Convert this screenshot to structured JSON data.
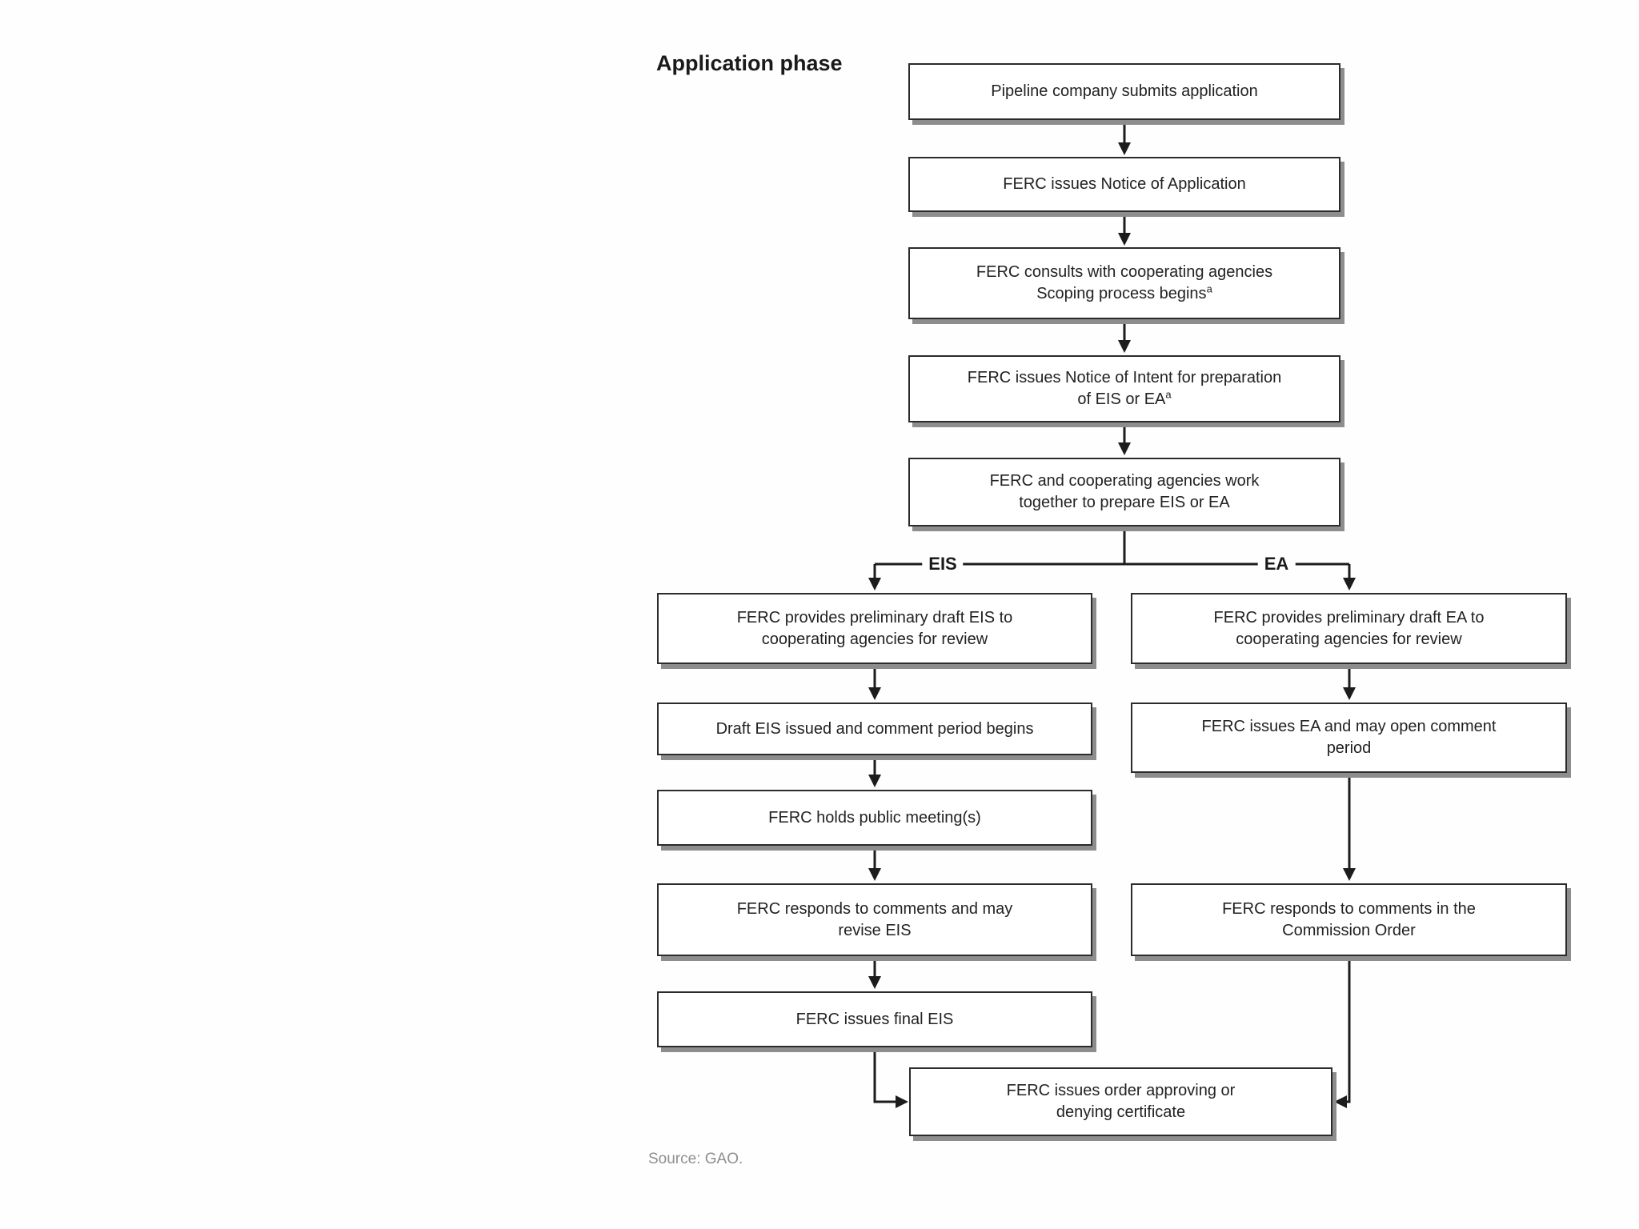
{
  "title": "Application phase",
  "source_note": "Source: GAO.",
  "branches": {
    "left_label": "EIS",
    "right_label": "EA"
  },
  "colors": {
    "background": "#fefefe",
    "box_fill": "#ffffff",
    "box_border": "#2b2b2b",
    "box_shadow": "#8d8d8d",
    "connector": "#1c1c1c",
    "text": "#222222",
    "source_text": "#8f8f8f"
  },
  "nodes": {
    "main_1": {
      "lines": [
        "Pipeline company submits application"
      ]
    },
    "main_2": {
      "lines": [
        "FERC issues Notice of Application"
      ]
    },
    "main_3": {
      "lines": [
        "FERC consults with cooperating agencies",
        "Scoping process begins"
      ],
      "footnote_sup": "a"
    },
    "main_4": {
      "lines": [
        "FERC issues Notice of Intent for preparation",
        "of EIS or EA"
      ],
      "footnote_sup": "a"
    },
    "main_5": {
      "lines": [
        "FERC and cooperating agencies work",
        "together to prepare EIS or EA"
      ]
    },
    "eis_1": {
      "lines": [
        "FERC provides preliminary draft EIS to",
        "cooperating agencies for review"
      ]
    },
    "eis_2": {
      "lines": [
        "Draft EIS issued and comment period begins"
      ]
    },
    "eis_3": {
      "lines": [
        "FERC holds public meeting(s)"
      ]
    },
    "eis_4": {
      "lines": [
        "FERC responds to comments and may",
        "revise EIS"
      ]
    },
    "eis_5": {
      "lines": [
        "FERC issues final EIS"
      ]
    },
    "ea_1": {
      "lines": [
        "FERC provides preliminary draft EA to",
        "cooperating agencies for review"
      ]
    },
    "ea_2": {
      "lines": [
        "FERC issues EA and may open comment",
        "period"
      ]
    },
    "ea_3": {
      "lines": [
        "FERC responds to comments in the",
        "Commission Order"
      ]
    },
    "final": {
      "lines": [
        "FERC issues order approving or",
        "denying certificate"
      ]
    }
  }
}
